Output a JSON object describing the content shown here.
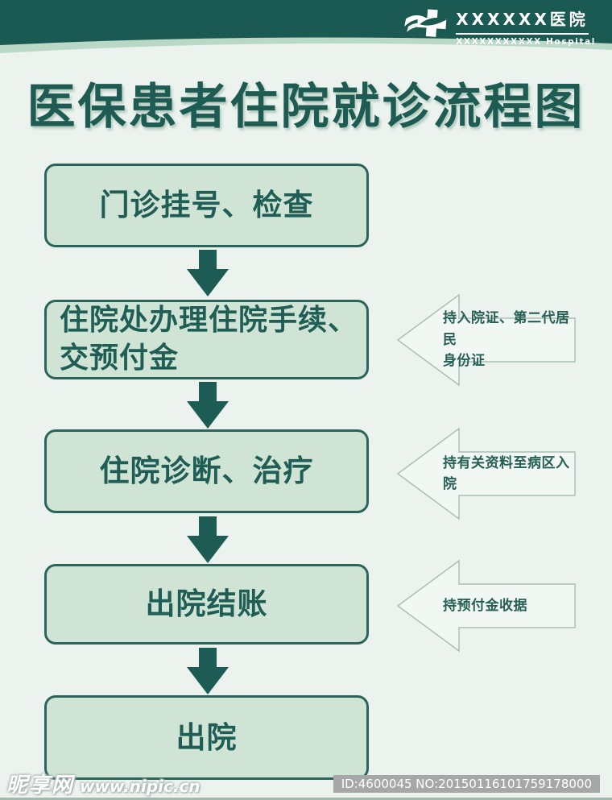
{
  "poster": {
    "title": "医保患者住院就诊流程图"
  },
  "header": {
    "hospital_name_cn": "XXXXXX医院",
    "hospital_name_en": "XXXXXXXXXXX Hospital",
    "logo_icon": "hospital-cross-swoosh-icon"
  },
  "flow": {
    "steps": [
      {
        "id": 1,
        "lines": [
          "门诊挂号、检查"
        ],
        "align": "center"
      },
      {
        "id": 2,
        "lines": [
          "住院处办理住院手续、",
          "交预付金"
        ],
        "align": "left"
      },
      {
        "id": 3,
        "lines": [
          "住院诊断、治疗"
        ],
        "align": "center"
      },
      {
        "id": 4,
        "lines": [
          "出院结账"
        ],
        "align": "center"
      },
      {
        "id": 5,
        "lines": [
          "出院"
        ],
        "align": "center"
      }
    ],
    "connector_icon": "down-arrow-icon",
    "side_notes": [
      {
        "lines": [
          "持入院证、第二代居民",
          "身份证"
        ],
        "full_text": "持入院证、第二代居民身份证",
        "points_to_step": 2
      },
      {
        "lines": [
          "持有关资料至病区入院"
        ],
        "full_text": "持有关资料至病区入院",
        "points_to_step": 3
      },
      {
        "lines": [
          "持预付金收据"
        ],
        "full_text": "持预付金收据",
        "points_to_step": 4
      }
    ]
  },
  "colors": {
    "page_bg": "#ecf3ee",
    "header_bg": "#1b5a52",
    "header_ribbon": "#b9d8c6",
    "title_text": "#1d5b53",
    "box_fill": "#cfe4d5",
    "box_border": "#2b645b",
    "box_text": "#205e55",
    "connector_arrow": "#1d5c54",
    "side_arrow_stroke": "#a9bfb5",
    "side_note_text": "#265f56"
  },
  "watermark": {
    "site_name": "昵享网",
    "site_url": "www.nipic.cn",
    "id_badge": "ID:4600045 NO:20150116101759178000"
  }
}
